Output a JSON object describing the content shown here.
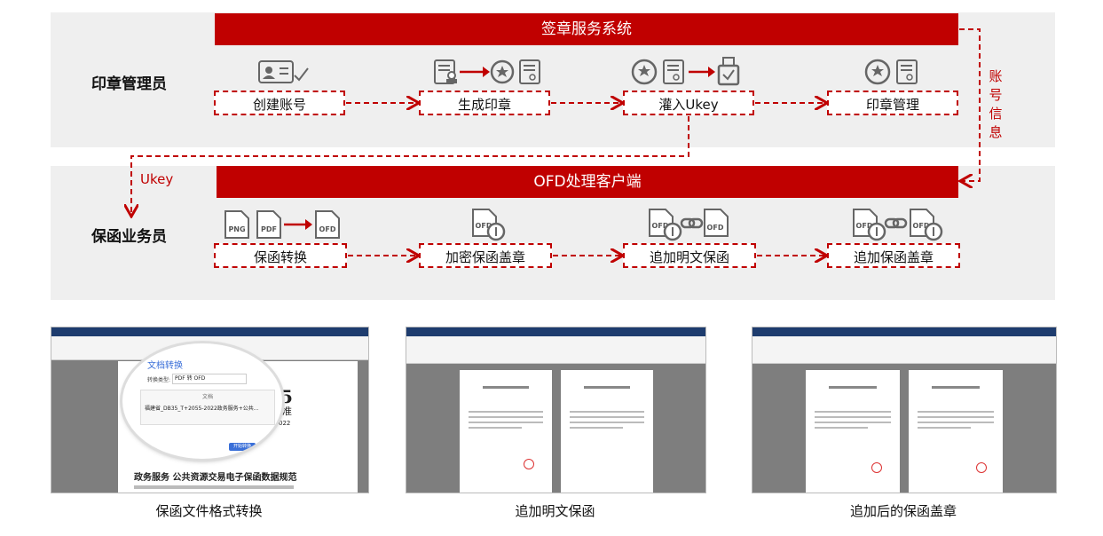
{
  "top_system": "签章服务系统",
  "bottom_system": "OFD处理客户端",
  "roles": {
    "admin": "印章管理员",
    "guarantee": "保函业务员"
  },
  "top_steps": [
    "创建账号",
    "生成印章",
    "灌入Ukey",
    "印章管理"
  ],
  "bottom_steps": [
    "保函转换",
    "加密保函盖章",
    "追加明文保函",
    "追加保函盖章"
  ],
  "side_labels": {
    "account": "账号信息",
    "ukey": "Ukey"
  },
  "icon_text": {
    "png": "PNG",
    "pdf": "PDF",
    "ofd": "OFD"
  },
  "screenshots": [
    {
      "caption": "保函文件格式转换",
      "dialog_title": "文档转换",
      "convert_label": "转换类型:",
      "convert_value": "PDF 转 OFD",
      "file_header": "文档",
      "file_name": "福建省_DB35_T+2055-2022政务服务+公共...",
      "doc_big_number": "5",
      "doc_char": "准",
      "doc_year": "022",
      "start_btn": "开始转换",
      "doc_heading": "政务服务  公共资源交易电子保函数据规范"
    },
    {
      "caption": "追加明文保函"
    },
    {
      "caption": "追加后的保函盖章"
    }
  ],
  "colors": {
    "accent": "#c00000",
    "lane": "#efefef",
    "icon": "#666666"
  }
}
